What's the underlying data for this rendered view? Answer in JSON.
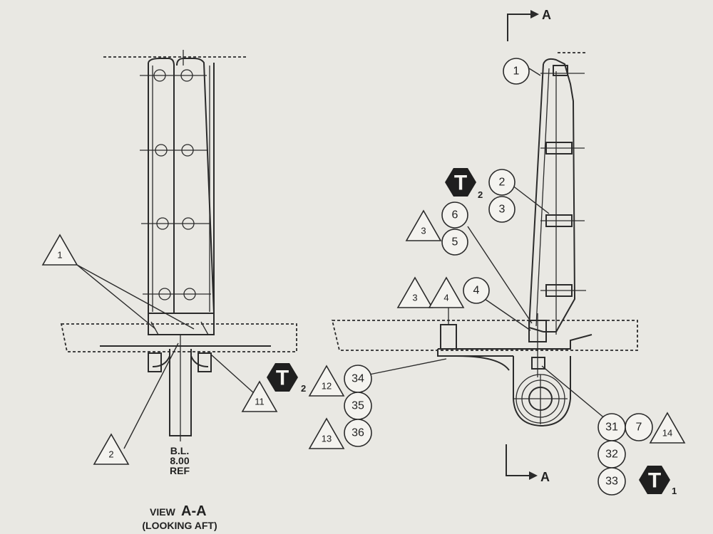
{
  "section_marker": {
    "letter": "A"
  },
  "view_label": {
    "line1_prefix": "VIEW",
    "line1_letter": "A-A",
    "line2": "(LOOKING AFT)"
  },
  "bl_label": {
    "line1": "B.L.",
    "line2": "8.00",
    "line3": "REF"
  },
  "circles": {
    "c1": "1",
    "c2": "2",
    "c3": "3",
    "c4": "4",
    "c5": "5",
    "c6": "6",
    "c7": "7",
    "c31": "31",
    "c32": "32",
    "c33": "33",
    "c34": "34",
    "c35": "35",
    "c36": "36"
  },
  "triangles": {
    "t1": "1",
    "t2": "2",
    "t3a": "3",
    "t3b": "3",
    "t4": "4",
    "t11": "11",
    "t12": "12",
    "t13": "13",
    "t14": "14"
  },
  "torque_badges": {
    "letter": "T",
    "left_sub": "2",
    "upper_sub": "2",
    "lower_sub": "1"
  },
  "colors": {
    "ink": "#2b2b2b",
    "paper": "#e9e8e3",
    "badge": "#1f1f1f"
  }
}
